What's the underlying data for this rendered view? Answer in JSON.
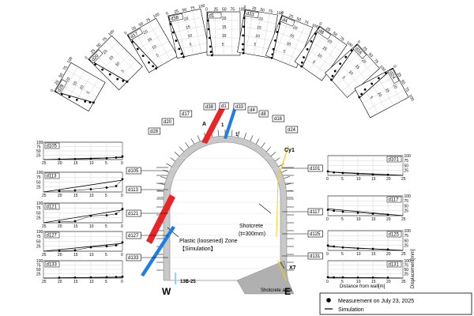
{
  "labels": {
    "west": "W",
    "east": "E",
    "plastic_zone_line1": "Plastic (loosened)  Zone",
    "plastic_zone_line2": "【Simulation】",
    "shotcrete_line1": "Shotcrete",
    "shotcrete_line2": "(t=300mm)",
    "shotcrete_area": "Shotcrete area",
    "cy1": "Cy1",
    "x7": "X7",
    "b13": "13B-25",
    "a": "A",
    "one_prime": "1'",
    "one": "1",
    "dist_axis": "Distance from wall[m]",
    "disp_axis": "Displacement[mm]"
  },
  "legend": {
    "measurement": "Measurement on July 23, 2025",
    "simulation": "Simulation"
  },
  "colors": {
    "plastic_red": "#e8262a",
    "plastic_blue": "#1e7fe0",
    "shotcrete_yellow": "#f2cf1a",
    "rock_gray": "#9a9a9a"
  },
  "tunnel_labels": [
    "d28",
    "d20",
    "d17",
    "d38",
    "d1",
    "d33",
    "d4",
    "d8",
    "d16",
    "d24"
  ],
  "left_labels": [
    "d105",
    "d113",
    "d121",
    "d127",
    "d133"
  ],
  "right_labels": [
    "d101",
    "d117",
    "d125",
    "d131"
  ],
  "chart_data": [
    {
      "id": "d105",
      "type": "line",
      "side": "left",
      "xlim": [
        25,
        0
      ],
      "ylim": [
        0,
        100
      ],
      "x": [
        20,
        15,
        10,
        5,
        2,
        0
      ],
      "y": [
        2,
        3,
        5,
        8,
        12,
        18
      ],
      "sim_x": [
        25,
        0
      ],
      "sim_y": [
        0,
        12
      ]
    },
    {
      "id": "d113",
      "type": "line",
      "side": "left",
      "xlim": [
        25,
        0
      ],
      "ylim": [
        0,
        100
      ],
      "x": [
        20,
        15,
        10,
        5,
        2,
        0
      ],
      "y": [
        5,
        8,
        14,
        22,
        30,
        65
      ],
      "sim_x": [
        25,
        0
      ],
      "sim_y": [
        0,
        60
      ]
    },
    {
      "id": "d121",
      "type": "line",
      "side": "left",
      "xlim": [
        25,
        0
      ],
      "ylim": [
        0,
        100
      ],
      "x": [
        20,
        15,
        10,
        5,
        2,
        0
      ],
      "y": [
        4,
        8,
        35,
        38,
        45,
        70
      ],
      "sim_x": [
        25,
        0
      ],
      "sim_y": [
        0,
        65
      ]
    },
    {
      "id": "d127",
      "type": "line",
      "side": "left",
      "xlim": [
        25,
        0
      ],
      "ylim": [
        0,
        100
      ],
      "x": [
        20,
        15,
        10,
        5,
        2,
        0
      ],
      "y": [
        2,
        5,
        20,
        25,
        30,
        45
      ],
      "sim_x": [
        25,
        0
      ],
      "sim_y": [
        0,
        40
      ]
    },
    {
      "id": "d133",
      "type": "line",
      "side": "left",
      "xlim": [
        25,
        0
      ],
      "ylim": [
        0,
        100
      ],
      "x": [
        20,
        15,
        10,
        5,
        2,
        0
      ],
      "y": [
        2,
        3,
        4,
        5,
        6,
        8
      ],
      "sim_x": [
        25,
        0
      ],
      "sim_y": [
        0,
        5
      ]
    },
    {
      "id": "d101",
      "type": "line",
      "side": "right",
      "xlim": [
        0,
        25
      ],
      "ylim": [
        0,
        100
      ],
      "x": [
        0,
        2,
        5,
        10,
        15,
        20
      ],
      "y": [
        20,
        15,
        12,
        8,
        5,
        3
      ],
      "sim_x": [
        0,
        25
      ],
      "sim_y": [
        18,
        0
      ]
    },
    {
      "id": "d117",
      "type": "line",
      "side": "right",
      "xlim": [
        0,
        25
      ],
      "ylim": [
        0,
        100
      ],
      "x": [
        0,
        2,
        5,
        10,
        15,
        20
      ],
      "y": [
        30,
        25,
        20,
        15,
        10,
        5
      ],
      "sim_x": [
        0,
        25
      ],
      "sim_y": [
        35,
        0
      ]
    },
    {
      "id": "d125",
      "type": "line",
      "side": "right",
      "xlim": [
        0,
        25
      ],
      "ylim": [
        0,
        100
      ],
      "x": [
        0,
        2,
        5,
        10,
        15,
        20
      ],
      "y": [
        25,
        20,
        15,
        10,
        8,
        5
      ],
      "sim_x": [
        0,
        25
      ],
      "sim_y": [
        20,
        0
      ]
    },
    {
      "id": "d131",
      "type": "line",
      "side": "right",
      "xlim": [
        0,
        25
      ],
      "ylim": [
        0,
        100
      ],
      "x": [
        0,
        2,
        5,
        10,
        15,
        20
      ],
      "y": [
        5,
        4,
        4,
        3,
        3,
        2
      ],
      "sim_x": [
        0,
        25
      ],
      "sim_y": [
        4,
        0
      ]
    },
    {
      "id": "d28",
      "type": "line",
      "side": "top",
      "xlim": [
        0,
        25
      ],
      "ylim": [
        0,
        100
      ],
      "x": [
        0,
        2,
        5,
        10,
        15,
        20
      ],
      "y": [
        30,
        25,
        20,
        12,
        8,
        4
      ],
      "sim_x": [
        0,
        25
      ],
      "sim_y": [
        30,
        0
      ]
    },
    {
      "id": "d20",
      "type": "line",
      "side": "top",
      "xlim": [
        0,
        25
      ],
      "ylim": [
        0,
        100
      ],
      "x": [
        0,
        2,
        5,
        10,
        15,
        20
      ],
      "y": [
        35,
        28,
        20,
        14,
        8,
        4
      ],
      "sim_x": [
        0,
        25
      ],
      "sim_y": [
        35,
        0
      ]
    },
    {
      "id": "d17",
      "type": "line",
      "side": "top",
      "xlim": [
        0,
        25
      ],
      "ylim": [
        0,
        100
      ],
      "x": [
        0,
        2,
        5,
        10,
        15,
        20
      ],
      "y": [
        25,
        20,
        15,
        10,
        6,
        3
      ],
      "sim_x": [
        0,
        25
      ],
      "sim_y": [
        30,
        0
      ]
    },
    {
      "id": "d38",
      "type": "line",
      "side": "top",
      "xlim": [
        0,
        25
      ],
      "ylim": [
        0,
        100
      ],
      "x": [
        0,
        2,
        5,
        10,
        15,
        20
      ],
      "y": [
        20,
        16,
        12,
        8,
        5,
        2
      ],
      "sim_x": [
        0,
        25
      ],
      "sim_y": [
        22,
        0
      ]
    },
    {
      "id": "d1",
      "type": "line",
      "side": "top",
      "xlim": [
        0,
        25
      ],
      "ylim": [
        0,
        100
      ],
      "x": [
        0,
        2,
        5,
        10,
        15,
        20
      ],
      "y": [
        15,
        12,
        10,
        8,
        5,
        3
      ],
      "sim_x": [
        0,
        25
      ],
      "sim_y": [
        18,
        0
      ]
    },
    {
      "id": "d33",
      "type": "line",
      "side": "top",
      "xlim": [
        0,
        25
      ],
      "ylim": [
        0,
        100
      ],
      "x": [
        0,
        2,
        5,
        10,
        15,
        20
      ],
      "y": [
        18,
        15,
        12,
        8,
        5,
        2
      ],
      "sim_x": [
        0,
        25
      ],
      "sim_y": [
        20,
        0
      ]
    },
    {
      "id": "d4",
      "type": "line",
      "side": "top",
      "xlim": [
        0,
        25
      ],
      "ylim": [
        0,
        100
      ],
      "x": [
        0,
        2,
        5,
        10,
        15,
        20
      ],
      "y": [
        20,
        18,
        15,
        10,
        6,
        3
      ],
      "sim_x": [
        0,
        25
      ],
      "sim_y": [
        22,
        0
      ]
    },
    {
      "id": "d8",
      "type": "line",
      "side": "top",
      "xlim": [
        0,
        25
      ],
      "ylim": [
        0,
        100
      ],
      "x": [
        0,
        2,
        5,
        10,
        15,
        20
      ],
      "y": [
        25,
        20,
        15,
        10,
        6,
        3
      ],
      "sim_x": [
        0,
        25
      ],
      "sim_y": [
        28,
        0
      ]
    },
    {
      "id": "d16",
      "type": "line",
      "side": "top",
      "xlim": [
        0,
        25
      ],
      "ylim": [
        0,
        100
      ],
      "x": [
        0,
        2,
        5,
        10,
        15,
        20
      ],
      "y": [
        28,
        22,
        16,
        10,
        6,
        3
      ],
      "sim_x": [
        0,
        25
      ],
      "sim_y": [
        30,
        0
      ]
    },
    {
      "id": "d24",
      "type": "line",
      "side": "top",
      "xlim": [
        0,
        25
      ],
      "ylim": [
        0,
        100
      ],
      "x": [
        0,
        2,
        5,
        10,
        15,
        20
      ],
      "y": [
        30,
        25,
        18,
        12,
        7,
        3
      ],
      "sim_x": [
        0,
        25
      ],
      "sim_y": [
        32,
        0
      ]
    }
  ]
}
